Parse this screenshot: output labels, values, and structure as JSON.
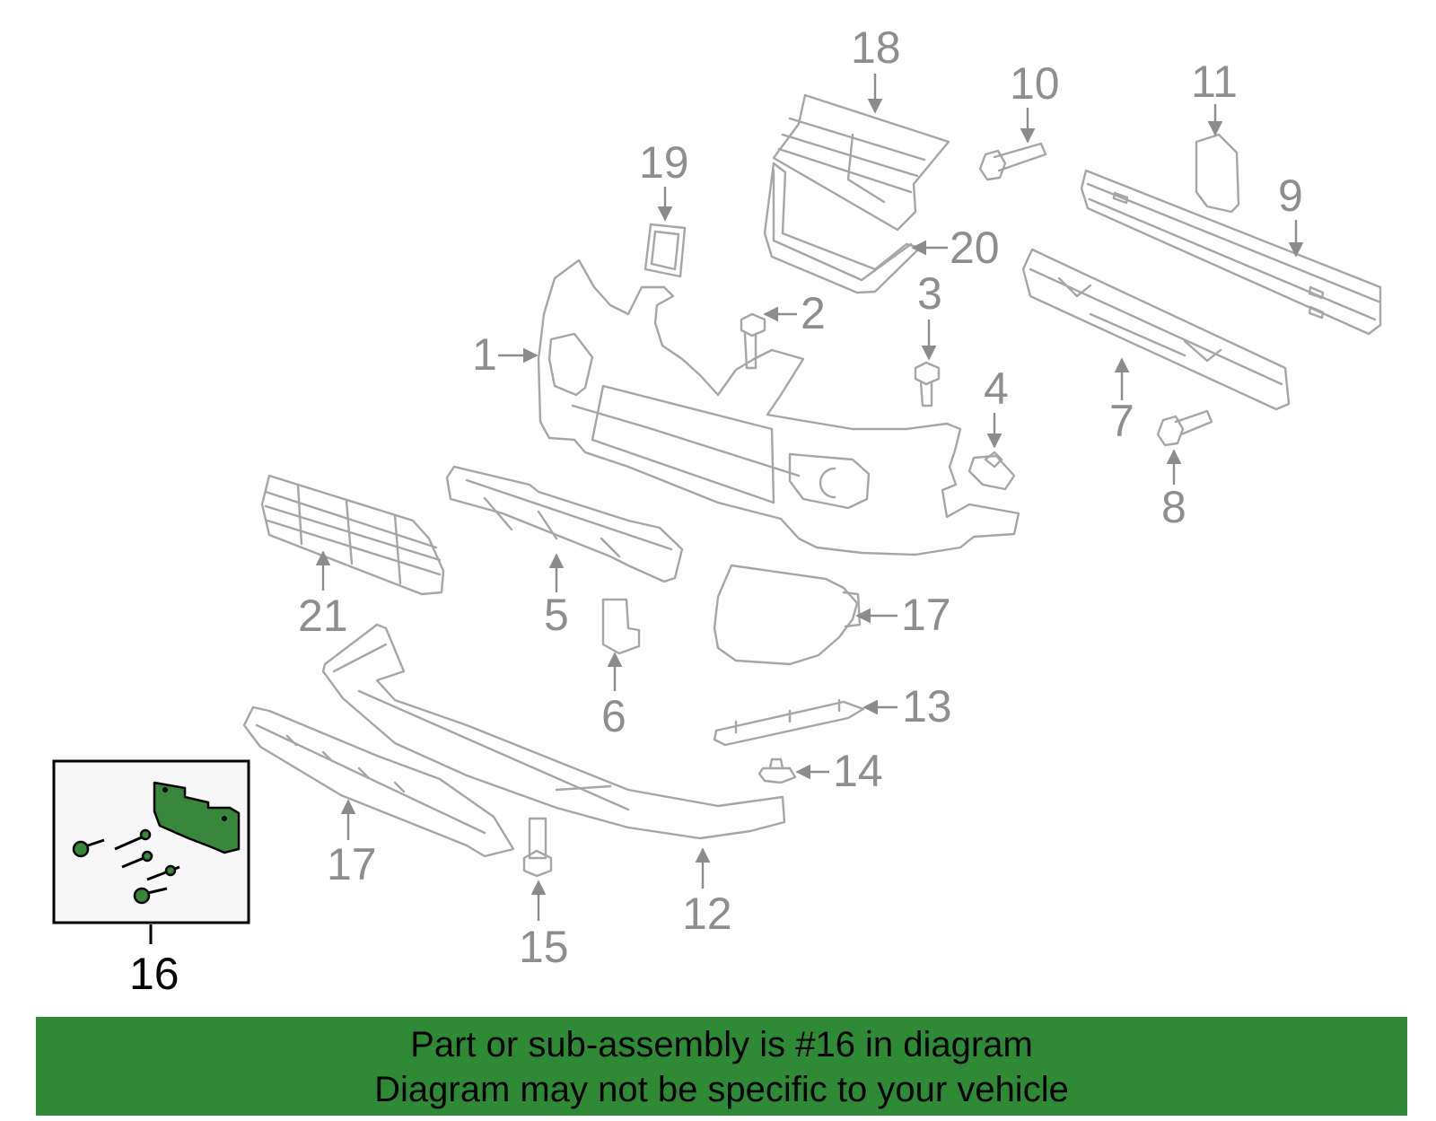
{
  "callouts": {
    "c1": "1",
    "c2": "2",
    "c3": "3",
    "c4": "4",
    "c5": "5",
    "c6": "6",
    "c7": "7",
    "c8": "8",
    "c9": "9",
    "c10": "10",
    "c11": "11",
    "c12": "12",
    "c13": "13",
    "c14": "14",
    "c15": "15",
    "c16": "16",
    "c17a": "17",
    "c17b": "17",
    "c18": "18",
    "c19": "19",
    "c20": "20",
    "c21": "21"
  },
  "highlighted_part": "16",
  "banner": {
    "line1": "Part or sub-assembly is #16 in diagram",
    "line2": "Diagram may not be specific to your vehicle"
  },
  "colors": {
    "banner": "#2f8a36",
    "highlight": "#39873b",
    "line_art": "#a6a6a6"
  }
}
